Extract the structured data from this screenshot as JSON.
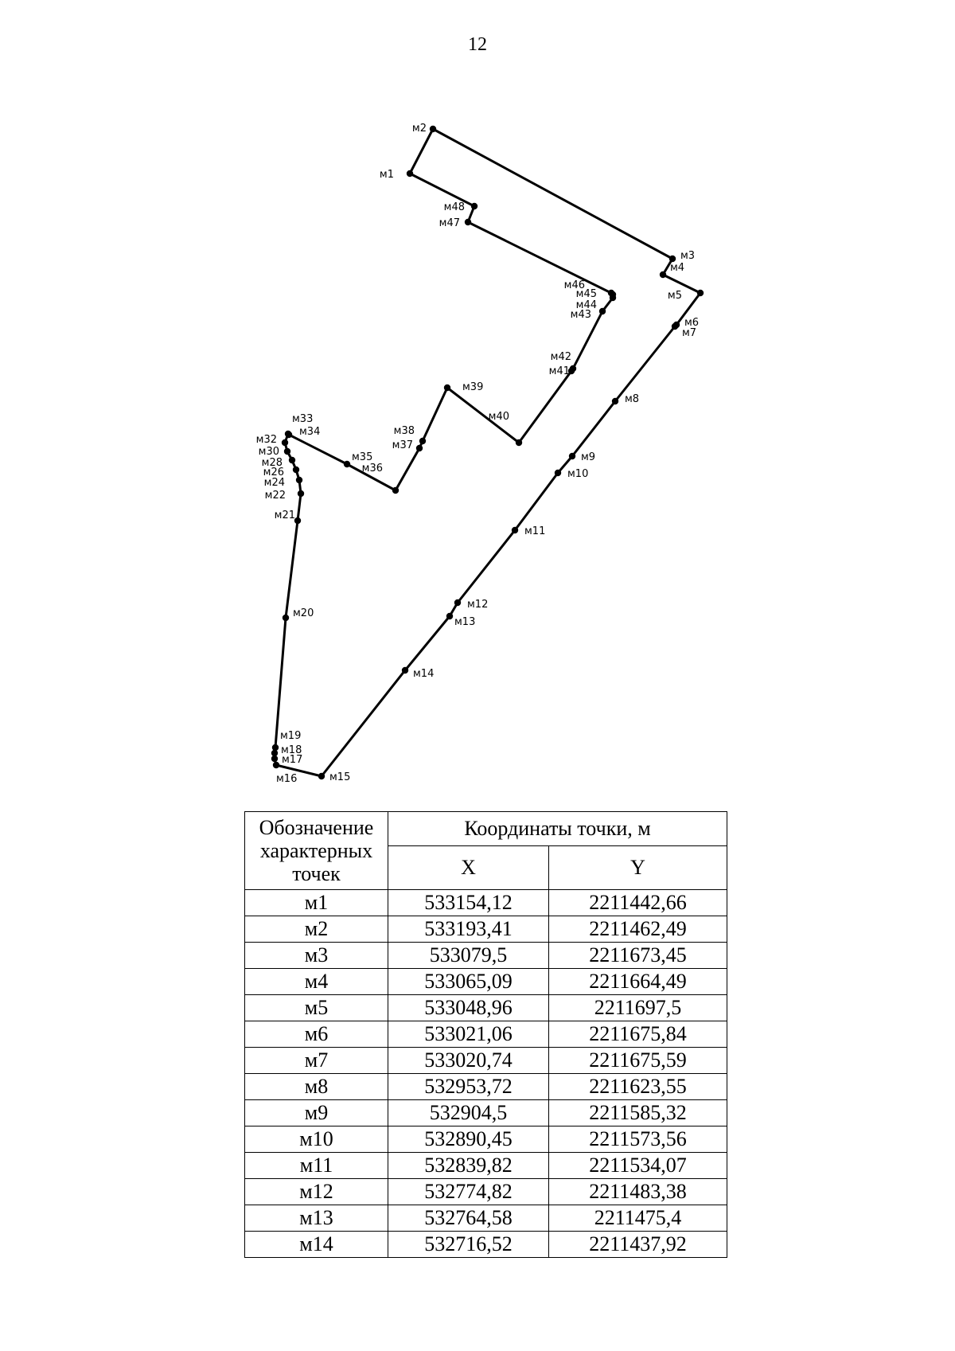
{
  "page_number": "12",
  "plot_labels": [
    "м1",
    "м2",
    "м3",
    "м4",
    "м5",
    "м6",
    "м7",
    "м8",
    "м9",
    "м10",
    "м11",
    "м12",
    "м13",
    "м14",
    "м15",
    "м16",
    "м17",
    "м18",
    "м19",
    "м20",
    "м21",
    "м22",
    "м24",
    "м26",
    "м28",
    "м30",
    "м32",
    "м33",
    "м34",
    "м35",
    "м36",
    "м37",
    "м38",
    "м39",
    "м40",
    "м41",
    "м42",
    "м43",
    "м44",
    "м45",
    "м46",
    "м47",
    "м48"
  ],
  "table": {
    "header_points": "Обозначение характерных точек",
    "header_coords": "Координаты точки, м",
    "col_x": "X",
    "col_y": "Y",
    "rows": [
      {
        "name": "м1",
        "x": "533154,12",
        "y": "2211442,66"
      },
      {
        "name": "м2",
        "x": "533193,41",
        "y": "2211462,49"
      },
      {
        "name": "м3",
        "x": "533079,5",
        "y": "2211673,45"
      },
      {
        "name": "м4",
        "x": "533065,09",
        "y": "2211664,49"
      },
      {
        "name": "м5",
        "x": "533048,96",
        "y": "2211697,5"
      },
      {
        "name": "м6",
        "x": "533021,06",
        "y": "2211675,84"
      },
      {
        "name": "м7",
        "x": "533020,74",
        "y": "2211675,59"
      },
      {
        "name": "м8",
        "x": "532953,72",
        "y": "2211623,55"
      },
      {
        "name": "м9",
        "x": "532904,5",
        "y": "2211585,32"
      },
      {
        "name": "м10",
        "x": "532890,45",
        "y": "2211573,56"
      },
      {
        "name": "м11",
        "x": "532839,82",
        "y": "2211534,07"
      },
      {
        "name": "м12",
        "x": "532774,82",
        "y": "2211483,38"
      },
      {
        "name": "м13",
        "x": "532764,58",
        "y": "2211475,4"
      },
      {
        "name": "м14",
        "x": "532716,52",
        "y": "2211437,92"
      }
    ]
  }
}
